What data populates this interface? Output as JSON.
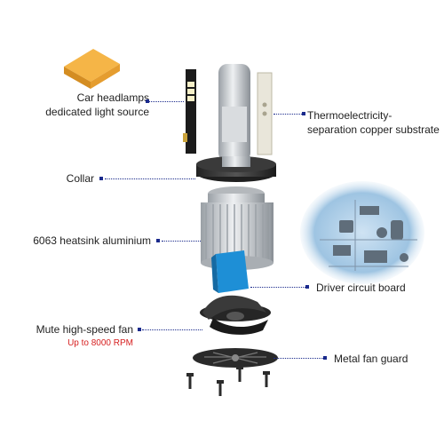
{
  "labels": {
    "light_source_line1": "Car headlamps",
    "light_source_line2": "dedicated light source",
    "substrate_line1": "Thermoelectricity-",
    "substrate_line2": "separation copper substrate",
    "collar": "Collar",
    "heatsink": "6063 heatsink aluminium",
    "driver": "Driver circuit board",
    "fan": "Mute high-speed fan",
    "fan_rpm": "Up to 8000 RPM",
    "fan_guard": "Metal fan guard"
  },
  "colors": {
    "leader": "#1a2a8c",
    "rpm_text": "#d61f1f",
    "driver_board": "#1e8fd6",
    "chip": "#f2a93b",
    "heatsink": "#c9ccd0"
  }
}
